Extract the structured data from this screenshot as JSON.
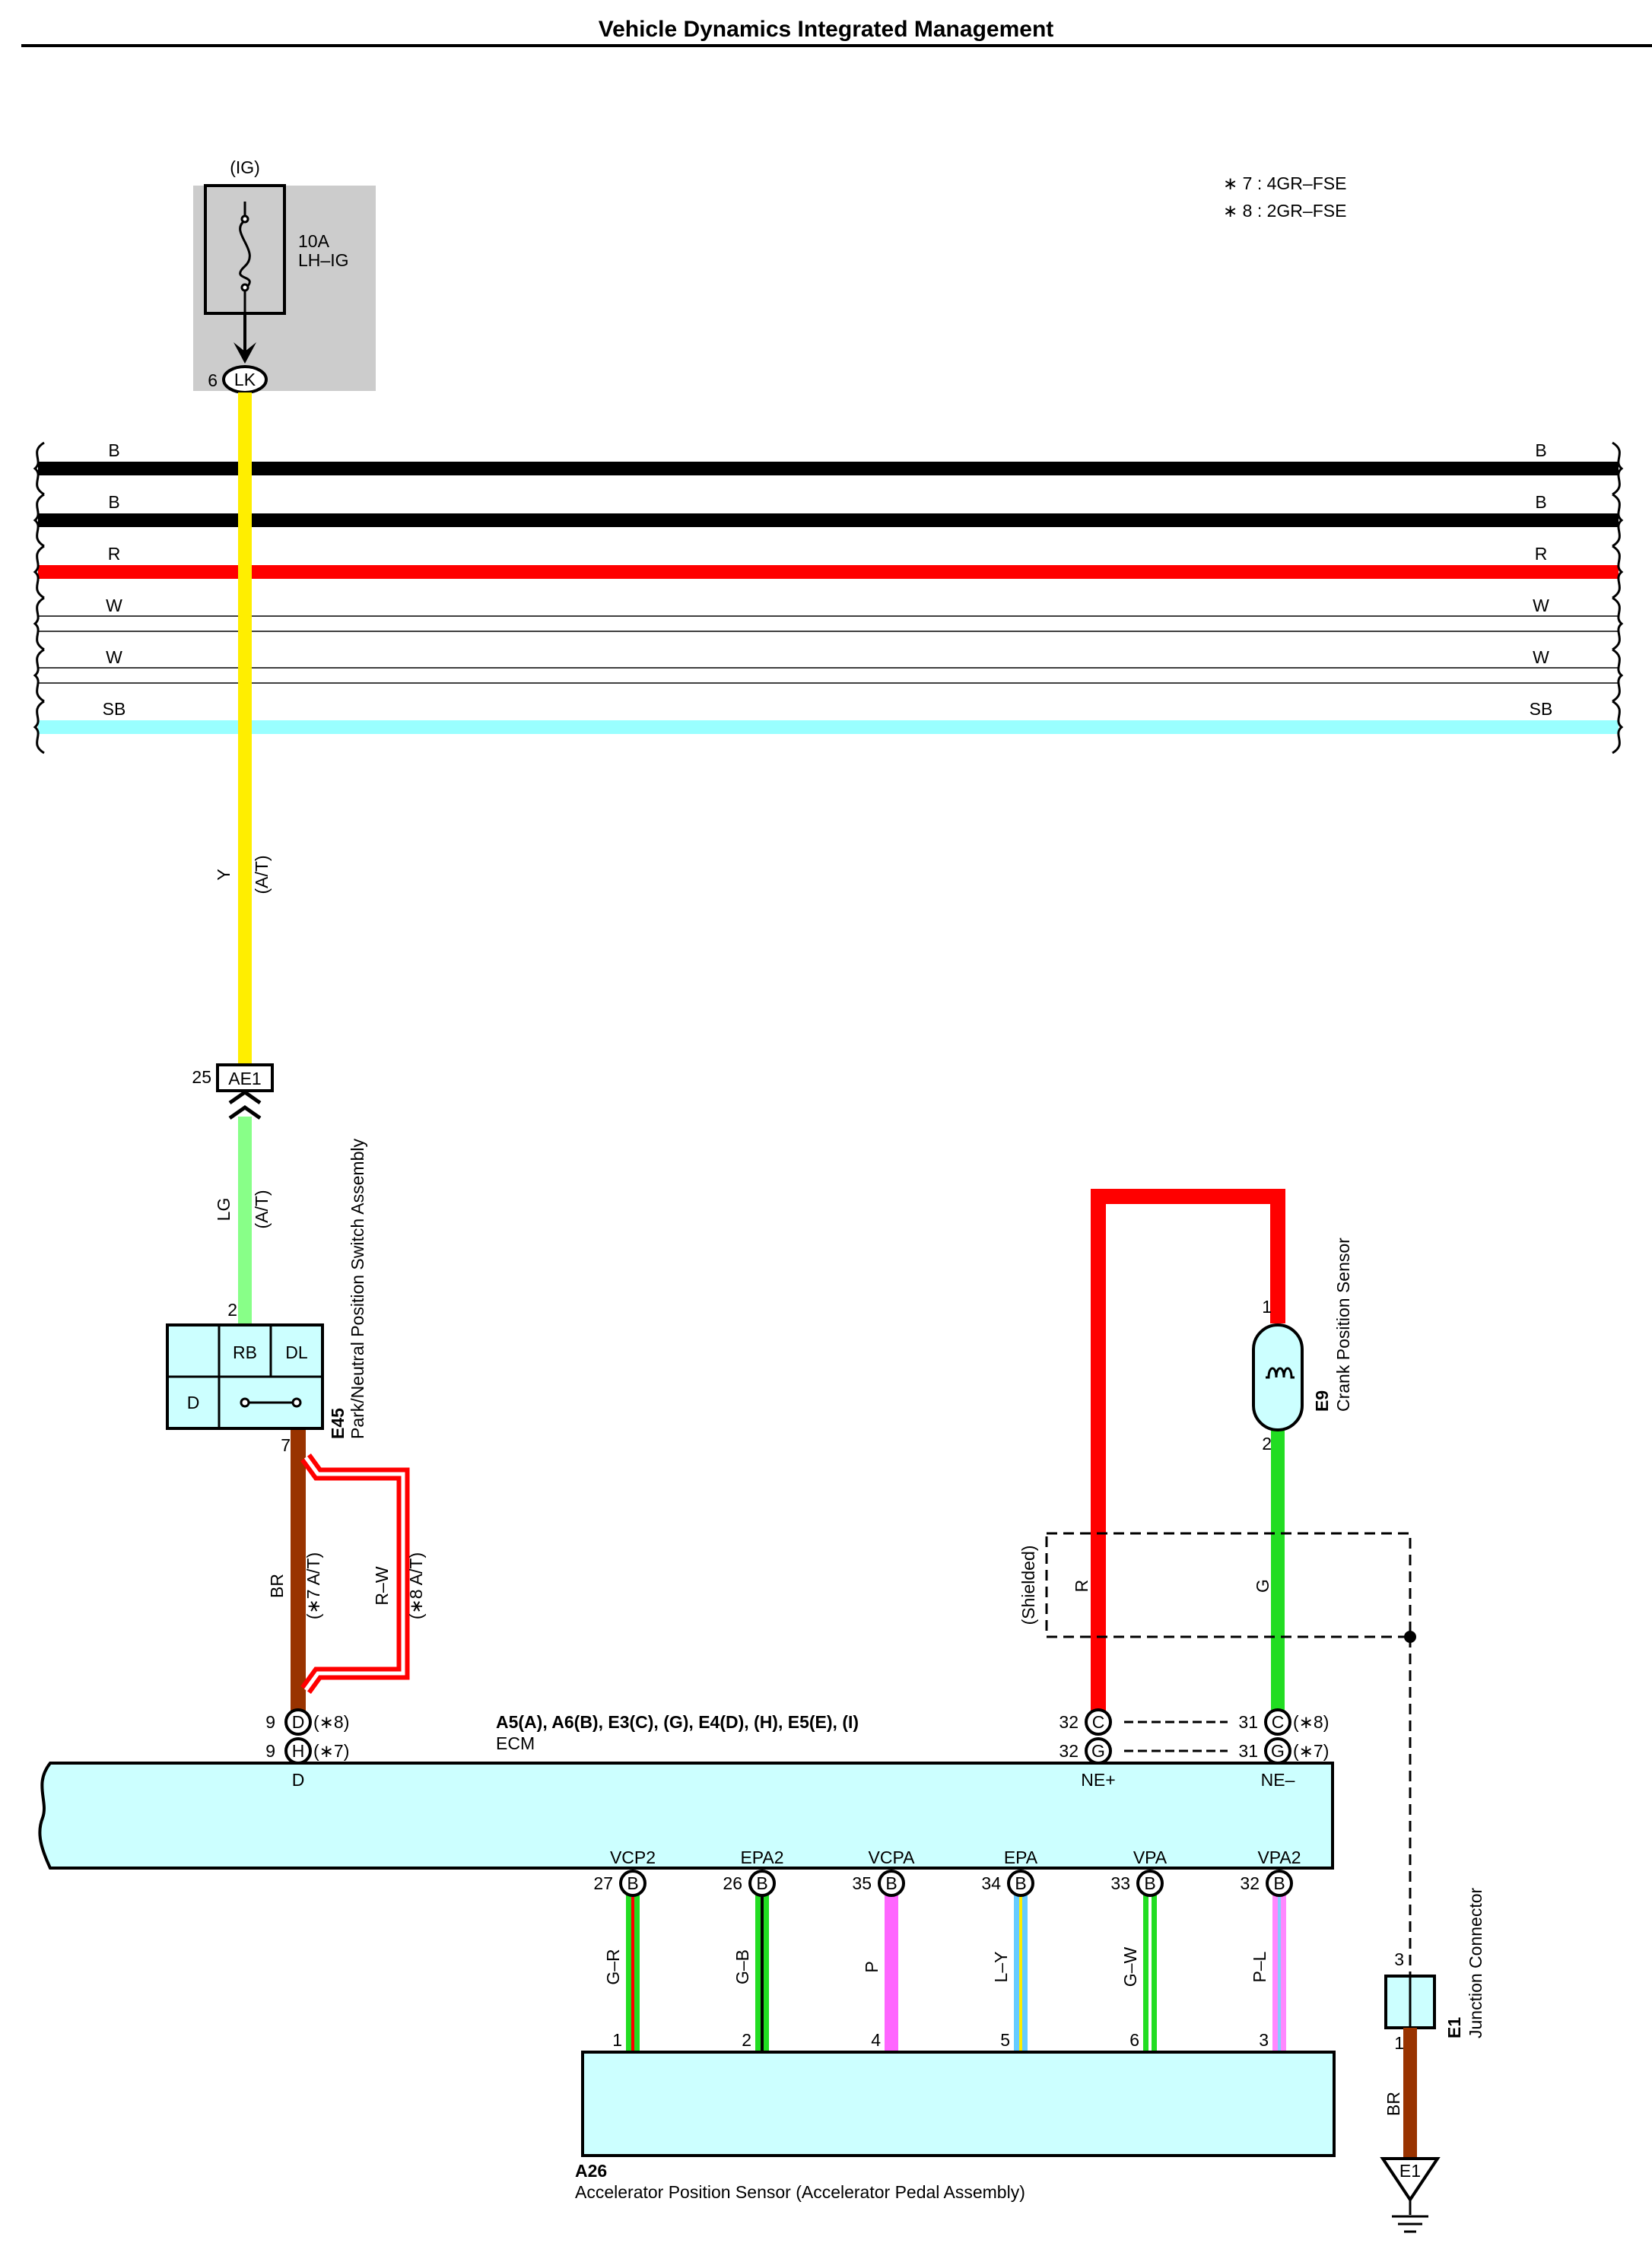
{
  "title": "Vehicle Dynamics Integrated Management",
  "notes": [
    "∗ 7 : 4GR–FSE",
    "∗ 8 : 2GR–FSE"
  ],
  "fuse": {
    "source": "(IG)",
    "rating": "10A",
    "name": "LH–IG",
    "pin": "6",
    "connector": "LK"
  },
  "buses": [
    {
      "label": "B",
      "color": "#000000"
    },
    {
      "label": "B",
      "color": "#000000"
    },
    {
      "label": "R",
      "color": "#ff0000"
    },
    {
      "label": "W",
      "color": "#ffffff"
    },
    {
      "label": "W",
      "color": "#ffffff"
    },
    {
      "label": "SB",
      "color": "#99ffff"
    }
  ],
  "wires": {
    "y": {
      "label": "Y",
      "note": "(A/T)",
      "color": "#ffee00"
    },
    "lg": {
      "label": "LG",
      "note": "(A/T)",
      "color": "#88ff88"
    },
    "br": {
      "label": "BR",
      "note": "(∗7 A/T)",
      "color": "#993300"
    },
    "rw": {
      "label": "R–W",
      "note": "(∗8 A/T)",
      "color": "#ff0000"
    },
    "r": {
      "label": "R",
      "color": "#ff0000"
    },
    "g": {
      "label": "G",
      "color": "#22dd22"
    },
    "gnd": {
      "label": "BR",
      "color": "#993300"
    }
  },
  "ae1": {
    "pin": "25",
    "name": "AE1"
  },
  "e45": {
    "code": "E45",
    "name": "Park/Neutral Position Switch Assembly",
    "pin_top": "2",
    "pin_bottom": "7",
    "cells": [
      "RB",
      "DL",
      "D"
    ]
  },
  "e9": {
    "code": "E9",
    "name": "Crank Position Sensor",
    "pin_top": "1",
    "pin_bottom": "2"
  },
  "shielded": "(Shielded)",
  "ecm": {
    "name": "ECM",
    "connectors": "A5(A), A6(B), E3(C), (G), E4(D), (H), E5(E), (I)",
    "d_pins": [
      {
        "num": "9",
        "conn": "D",
        "note": "(∗8)"
      },
      {
        "num": "9",
        "conn": "H",
        "note": "(∗7)"
      }
    ],
    "d_label": "D",
    "ne_plus": {
      "label": "NE+",
      "pins": [
        {
          "num": "32",
          "conn": "C"
        },
        {
          "num": "32",
          "conn": "G"
        }
      ]
    },
    "ne_minus": {
      "label": "NE–",
      "pins": [
        {
          "num": "31",
          "conn": "C",
          "note": "(∗8)"
        },
        {
          "num": "31",
          "conn": "G",
          "note": "(∗7)"
        }
      ]
    },
    "bottom_pins": [
      {
        "term": "VCP2",
        "num": "27",
        "conn": "B",
        "wire": "G–R",
        "apin": "1",
        "c1": "#22dd22",
        "c2": "#ff0000"
      },
      {
        "term": "EPA2",
        "num": "26",
        "conn": "B",
        "wire": "G–B",
        "apin": "2",
        "c1": "#22dd22",
        "c2": "#000000"
      },
      {
        "term": "VCPA",
        "num": "35",
        "conn": "B",
        "wire": "P",
        "apin": "4",
        "c1": "#ff66ff",
        "c2": "#ff66ff"
      },
      {
        "term": "EPA",
        "num": "34",
        "conn": "B",
        "wire": "L–Y",
        "apin": "5",
        "c1": "#66ccff",
        "c2": "#ffee00"
      },
      {
        "term": "VPA",
        "num": "33",
        "conn": "B",
        "wire": "G–W",
        "apin": "6",
        "c1": "#22dd22",
        "c2": "#ffffff"
      },
      {
        "term": "VPA2",
        "num": "32",
        "conn": "B",
        "wire": "P–L",
        "apin": "3",
        "c1": "#ff88ff",
        "c2": "#88ccff"
      }
    ]
  },
  "a26": {
    "code": "A26",
    "name": "Accelerator Position Sensor (Accelerator Pedal Assembly)"
  },
  "e1": {
    "code": "E1",
    "name": "Junction Connector",
    "pin_top": "3",
    "pin_bottom": "1",
    "ground": "E1"
  }
}
